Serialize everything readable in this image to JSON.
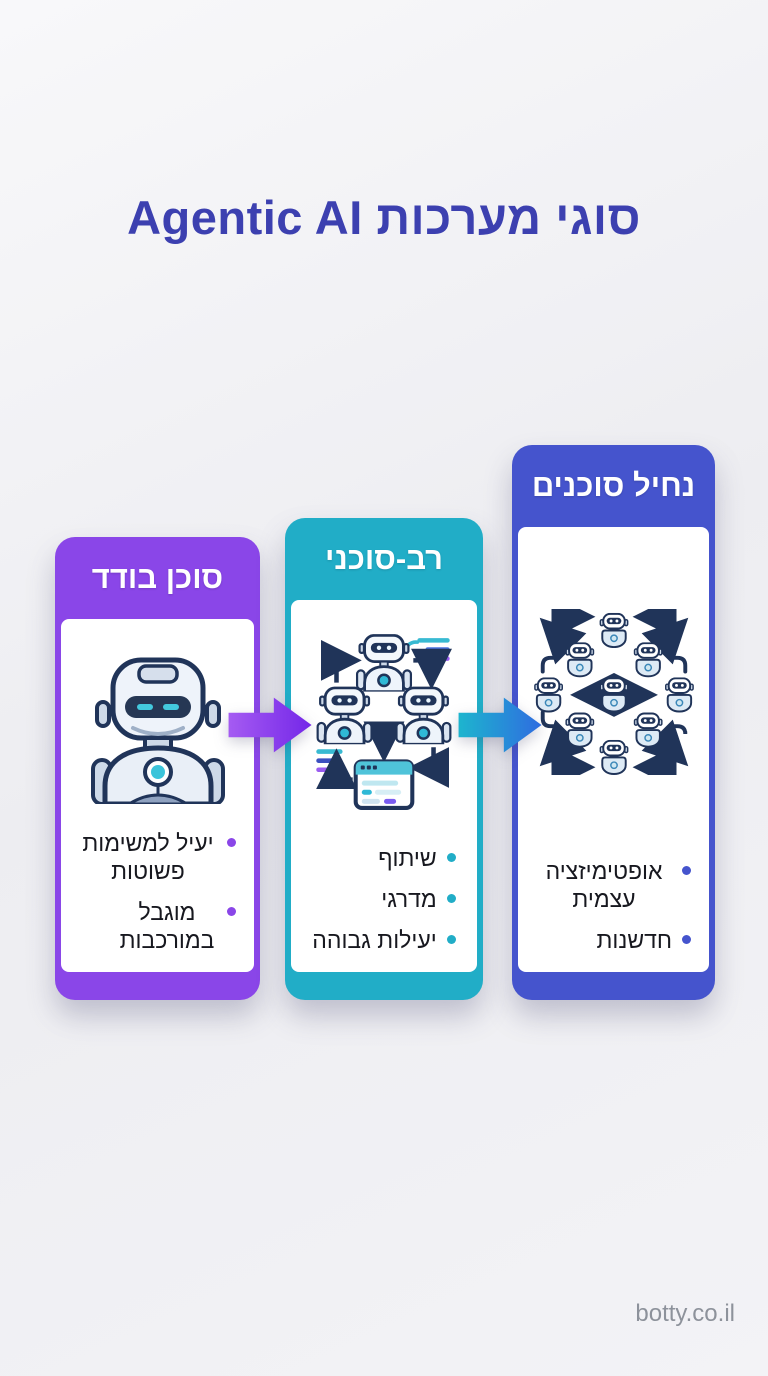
{
  "page": {
    "title": "סוגי מערכות Agentic AI",
    "title_color": "#3c40b0",
    "watermark": "botty.co.il",
    "background": "#f1f1f4"
  },
  "cards": [
    {
      "id": "single-agent",
      "title": "סוכן בודד",
      "accent": "#8a46e8",
      "icon": "single-robot-icon",
      "bullets": [
        "יעיל למשימות פשוטות",
        "מוגבל במורכבות"
      ]
    },
    {
      "id": "multi-agent",
      "title": "רב-סוכני",
      "accent": "#21adc7",
      "icon": "multi-agent-robots-icon",
      "bullets": [
        "שיתוף",
        "מדרגי",
        "יעילות גבוהה"
      ]
    },
    {
      "id": "agent-swarm",
      "title": "נחיל סוכנים",
      "accent": "#4554cd",
      "icon": "robot-swarm-icon",
      "bullets": [
        "אופטימיזציה עצמית",
        "חדשנות"
      ]
    }
  ],
  "arrows": [
    {
      "name": "arrow-single-to-multi",
      "from": "#a55bf2",
      "to": "#7427e8"
    },
    {
      "name": "arrow-multi-to-swarm",
      "from": "#1db5ce",
      "to": "#2f6ce0"
    }
  ]
}
